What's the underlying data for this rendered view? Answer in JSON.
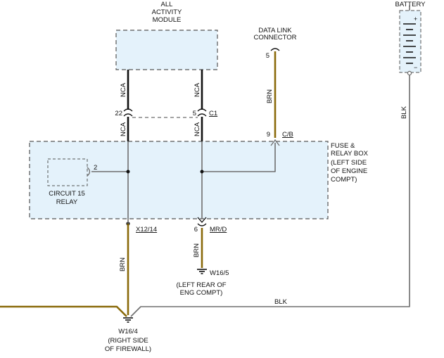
{
  "colors": {
    "brown_wire": "#8a6a0a",
    "black_wire": "#111111",
    "gray_wire": "#6e6e6e",
    "box_fill": "#e4f2fb",
    "box_border": "#555555"
  },
  "battery": {
    "label": "BATTERY",
    "plus": "+",
    "minus": "−",
    "wire": "BLK"
  },
  "module": {
    "line1": "ALL",
    "line2": "ACTIVITY",
    "line3": "MODULE"
  },
  "dlc": {
    "line1": "DATA LINK",
    "line2": "CONNECTOR",
    "pin": "5",
    "wire": "BRN"
  },
  "connector_c1": {
    "name": "C1",
    "pin_left": "22",
    "pin_right": "5"
  },
  "wires": {
    "nca_left_top": "NCA",
    "nca_right_top": "NCA",
    "nca_left_bottom": "NCA",
    "nca_right_bottom": "NCA",
    "brn_left": "BRN",
    "brn_mid": "BRN",
    "blk_bottom": "BLK"
  },
  "fuse_box": {
    "line1": "FUSE &",
    "line2": "RELAY BOX",
    "line3": "(LEFT SIDE",
    "line4": "OF ENGINE",
    "line5": "COMPT)",
    "cb_pin": "9",
    "cb_name": "C/B"
  },
  "relay": {
    "line1": "CIRCUIT 15",
    "line2": "RELAY",
    "pin": "2"
  },
  "splice_x": {
    "name": "X12/14"
  },
  "mrd": {
    "pin": "6",
    "name": "MR/D"
  },
  "ground_w165": {
    "name": "W16/5",
    "line1": "(LEFT REAR OF",
    "line2": "ENG COMPT)"
  },
  "ground_w164": {
    "name": "W16/4",
    "line1": "(RIGHT SIDE",
    "line2": "OF FIREWALL)"
  }
}
